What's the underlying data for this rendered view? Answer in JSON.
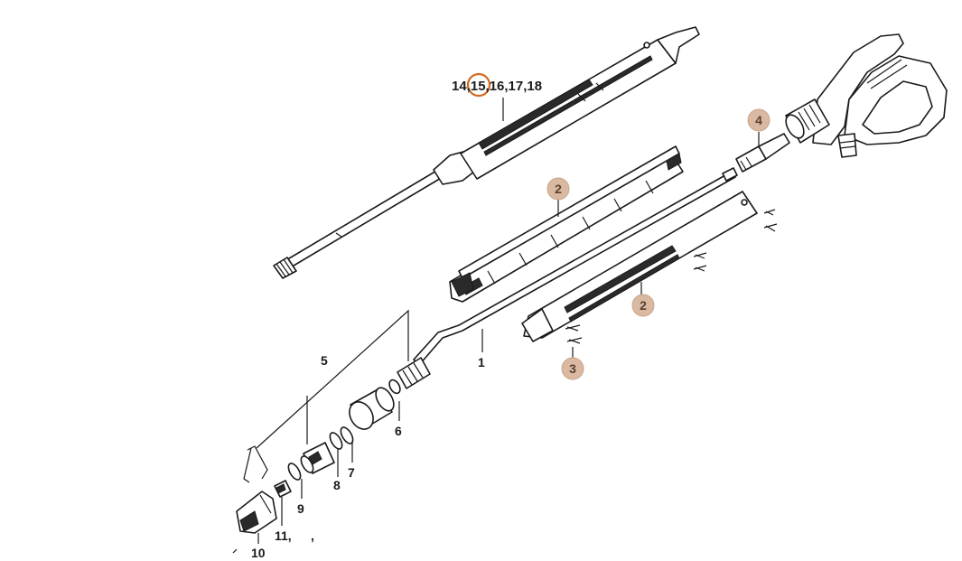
{
  "labels": {
    "top_group": "14,15,16,17,18",
    "hose_label": "1",
    "group_label": "5",
    "label_6": "6",
    "label_7": "7",
    "label_8": "8",
    "label_9": "9",
    "label_10": "10",
    "label_11": "11,",
    "trailing_comma": ","
  },
  "badges": {
    "badge_4": "4",
    "badge_2_upper": "2",
    "badge_2_lower": "2",
    "badge_3": "3"
  },
  "colors": {
    "badge_fill": "#d9b9a1",
    "highlight_ring": "#d2691e",
    "line": "#1a1a1a"
  }
}
